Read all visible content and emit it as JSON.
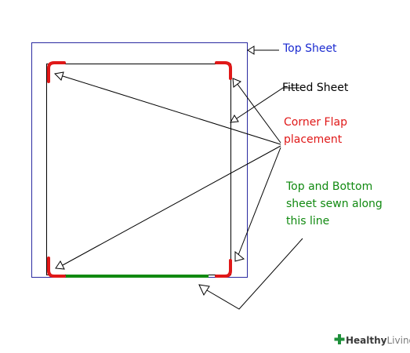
{
  "labels": {
    "top_sheet": "Top Sheet",
    "fitted_sheet": "Fitted Sheet",
    "corner_flap_1": "Corner Flap",
    "corner_flap_2": "placement",
    "sewn_1": "Top and Bottom",
    "sewn_2": "sheet sewn along",
    "sewn_3": "this line"
  },
  "logo": {
    "bold": "Healthy",
    "rest": "Living",
    "icon": "plus-cross-icon"
  },
  "colors": {
    "top_sheet_outline": "#2a2aa0",
    "top_sheet_text": "#1a2ad0",
    "fitted_sheet_text": "#000000",
    "corner_flap": "#e01818",
    "sewn_seam": "#118a11",
    "sewn_text": "#118a11",
    "arrow": "#000000",
    "logo_icon": "#1e8f3a"
  }
}
